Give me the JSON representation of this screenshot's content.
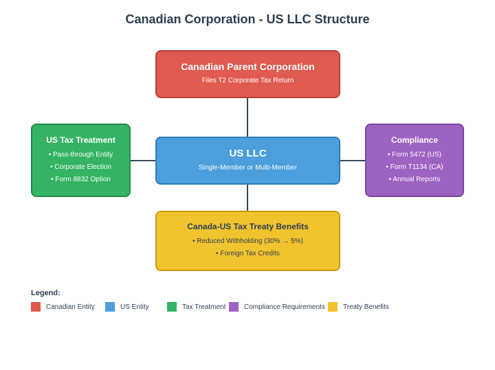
{
  "title": "Canadian Corporation - US LLC Structure",
  "nodes": {
    "parent": {
      "title": "Canadian Parent Corporation",
      "subtitle": "Files T2 Corporate Tax Return"
    },
    "llc": {
      "title": "US LLC",
      "subtitle": "Single-Member or Multi-Member"
    },
    "us_tax": {
      "title": "US Tax Treatment",
      "items": [
        "• Pass-through Entity",
        "• Corporate Election",
        "• Form 8832 Option"
      ]
    },
    "compliance": {
      "title": "Compliance",
      "items": [
        "• Form 5472 (US)",
        "• Form T1134 (CA)",
        "• Annual Reports"
      ]
    },
    "treaty": {
      "title": "Canada-US Tax Treaty Benefits",
      "items": [
        "• Reduced Withholding (30% → 5%)",
        "• Foreign Tax Credits"
      ]
    }
  },
  "legend": {
    "title": "Legend:",
    "items": [
      {
        "label": "Canadian Entity",
        "color": "#e05a4f"
      },
      {
        "label": "US Entity",
        "color": "#4a9fdc"
      },
      {
        "label": "Tax Treatment",
        "color": "#34b364"
      },
      {
        "label": "Compliance Requirements",
        "color": "#9d62c2"
      },
      {
        "label": "Treaty Benefits",
        "color": "#f1c42f"
      }
    ]
  }
}
